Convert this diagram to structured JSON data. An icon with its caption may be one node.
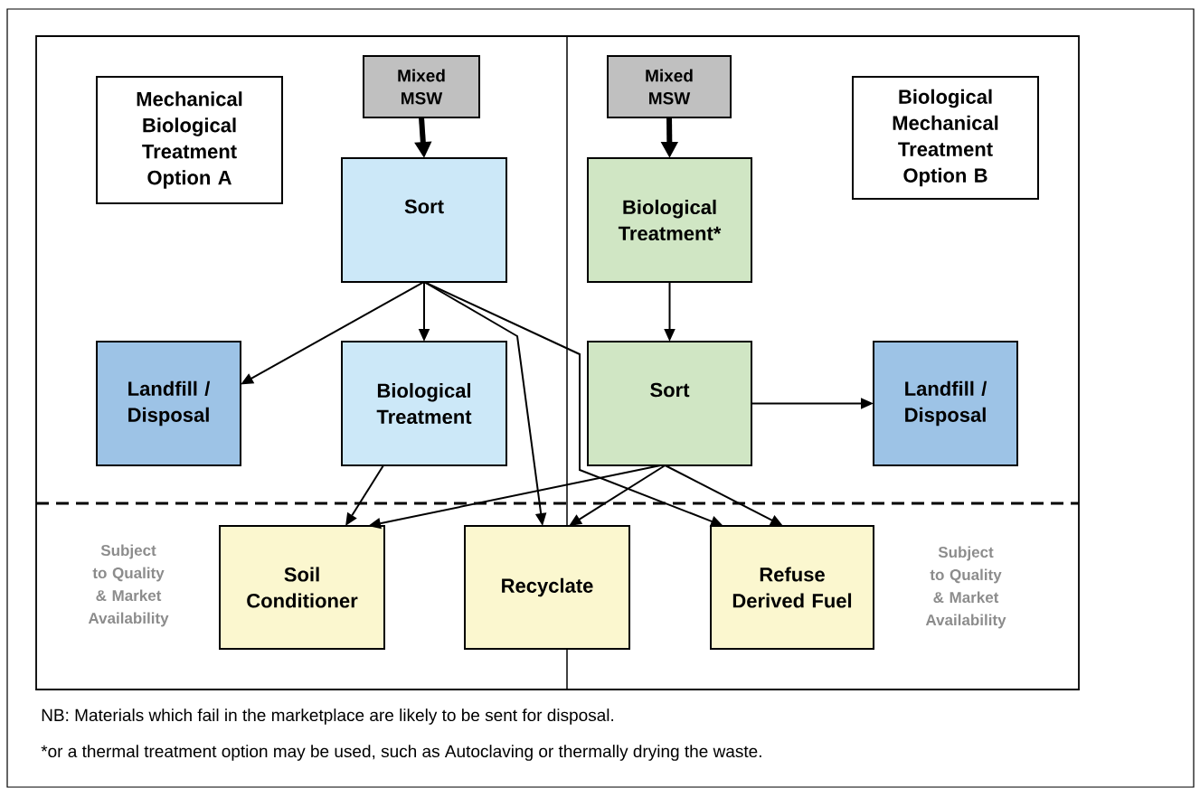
{
  "diagram": {
    "nodes": [
      {
        "text": [
          "Mechanical Biological Treatment Option A"
        ]
      },
      {
        "text": [
          "Mixed MSW"
        ]
      },
      {
        "text": [
          "Sort"
        ]
      },
      {
        "text": [
          "Landfill / Disposal"
        ]
      },
      {
        "text": [
          "Biological Treatment"
        ]
      },
      {
        "text": [
          "Mixed MSW"
        ]
      },
      {
        "text": [
          "Biological Treatment*"
        ]
      },
      {
        "text": [
          "Biological Mechanical Treatment Option B"
        ]
      },
      {
        "text": [
          "Sort"
        ]
      },
      {
        "text": [
          "Landfill / Disposal"
        ]
      },
      {
        "text": [
          "Soil Conditioner"
        ]
      },
      {
        "text": [
          "Recyclate"
        ]
      },
      {
        "text": [
          "Refuse Derived Fuel"
        ]
      }
    ],
    "edges": [
      {
        "from": 1,
        "to": 2,
        "arrow": "to",
        "style": "thick"
      },
      {
        "from": 2,
        "to": 3,
        "arrow": "to"
      },
      {
        "from": 2,
        "to": 4,
        "arrow": "to"
      },
      {
        "from": 2,
        "to": 11,
        "arrow": "to"
      },
      {
        "from": 2,
        "to": 12,
        "arrow": "to"
      },
      {
        "from": 4,
        "to": 10,
        "arrow": "to"
      },
      {
        "from": 5,
        "to": 6,
        "arrow": "to",
        "style": "thick"
      },
      {
        "from": 6,
        "to": 8,
        "arrow": "to"
      },
      {
        "from": 8,
        "to": 9,
        "arrow": "to"
      },
      {
        "from": 8,
        "to": 10,
        "arrow": "to"
      },
      {
        "from": 8,
        "to": 11,
        "arrow": "to"
      },
      {
        "from": 8,
        "to": 12,
        "arrow": "to"
      }
    ],
    "labels": [
      "Subject to Quality & Market Availability",
      "Subject to Quality & Market Availability",
      "NB: Materials which fail in the marketplace are likely to be sent for disposal.",
      "*or a thermal treatment option may be used, such as Autoclaving or thermally drying the waste."
    ]
  }
}
